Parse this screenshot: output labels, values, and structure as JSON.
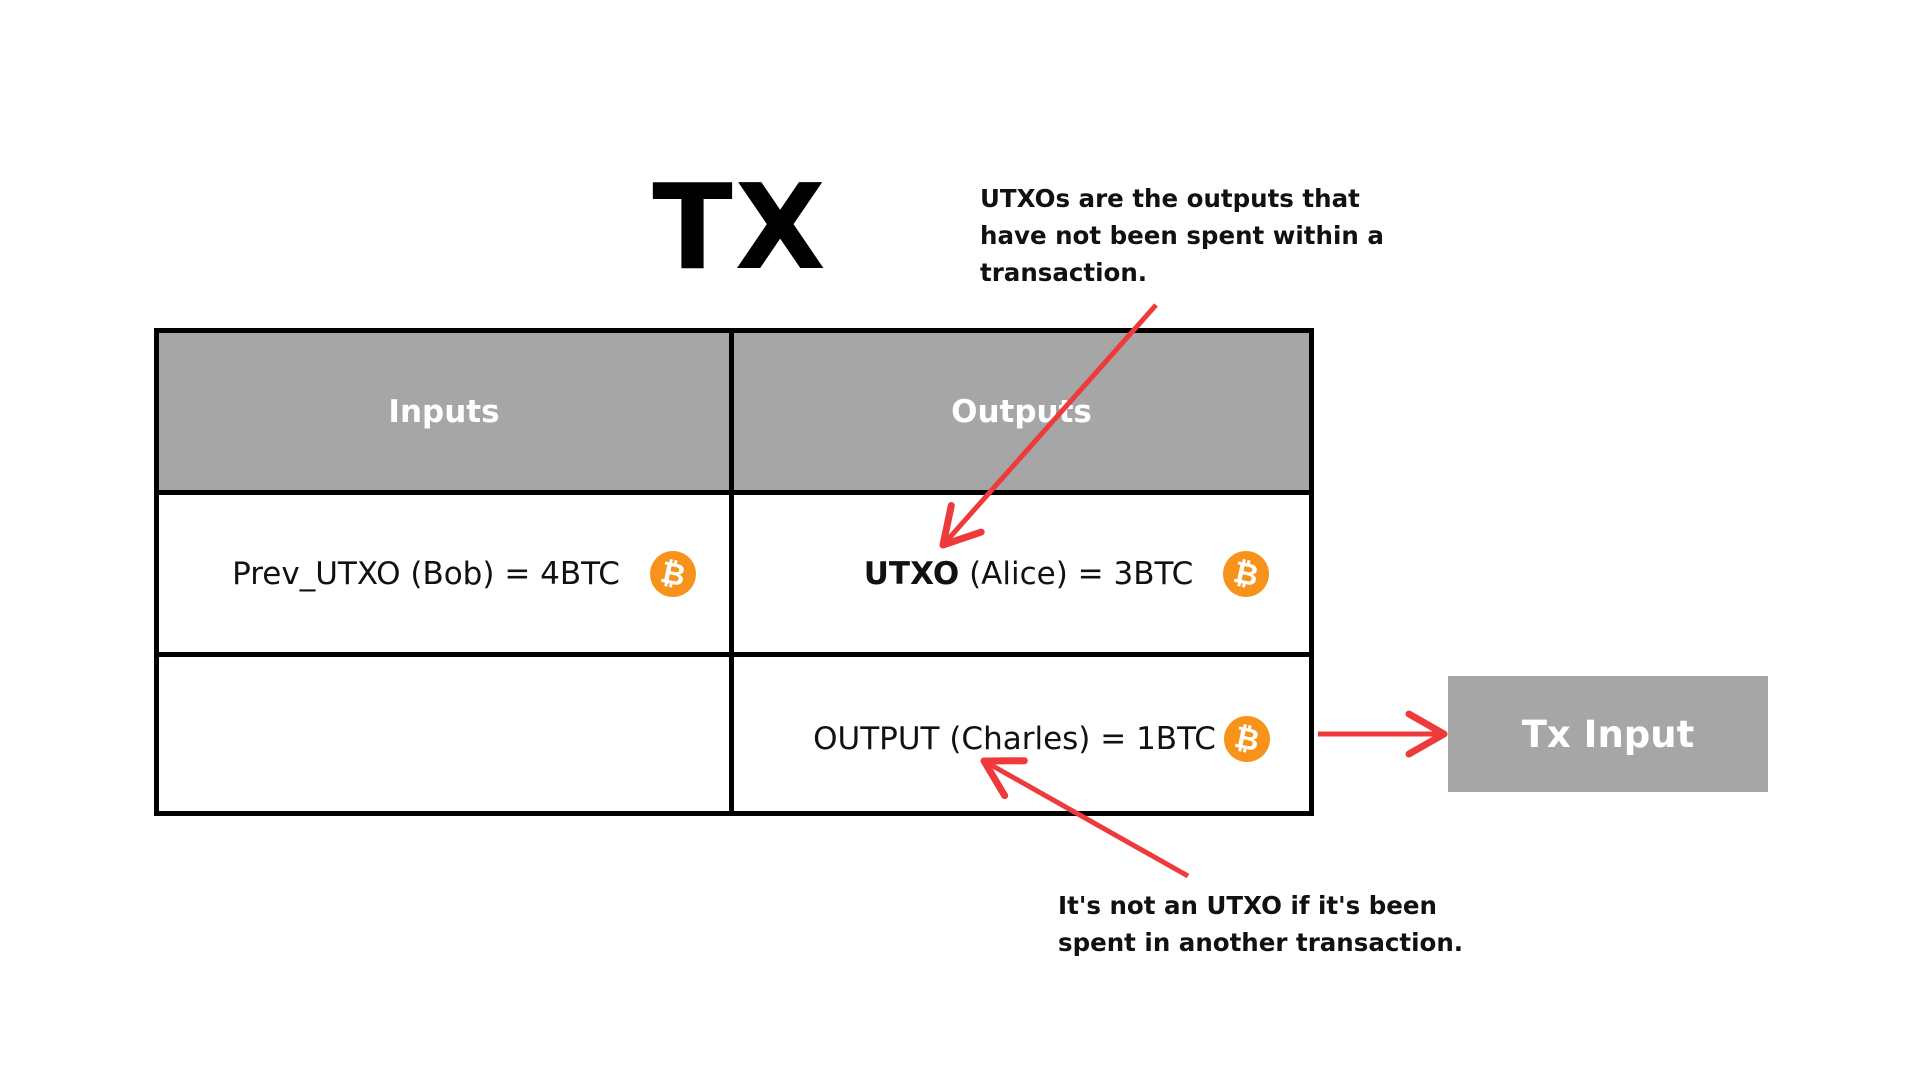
{
  "title": "TX",
  "table": {
    "headers": [
      "Inputs",
      "Outputs"
    ],
    "rows": [
      {
        "input": {
          "text": "Prev_UTXO (Bob) = 4BTC",
          "icon": "bitcoin-icon"
        },
        "output": {
          "bold": "UTXO",
          "text": " (Alice) = 3BTC",
          "icon": "bitcoin-icon"
        }
      },
      {
        "input": {
          "text": ""
        },
        "output": {
          "text": "OUTPUT (Charles) = 1BTC",
          "icon": "bitcoin-icon"
        }
      }
    ]
  },
  "icon_glyph": "₿",
  "annotations": {
    "top": [
      "UTXOs are the outputs that",
      "have not been spent within a",
      "transaction."
    ],
    "bottom": [
      "It's not an UTXO if it's been",
      "spent in another transaction."
    ]
  },
  "tx_input_label": "Tx Input",
  "colors": {
    "header_bg": "#a6a6a6",
    "arrow": "#ee3a3a",
    "bitcoin": "#f7931a"
  }
}
